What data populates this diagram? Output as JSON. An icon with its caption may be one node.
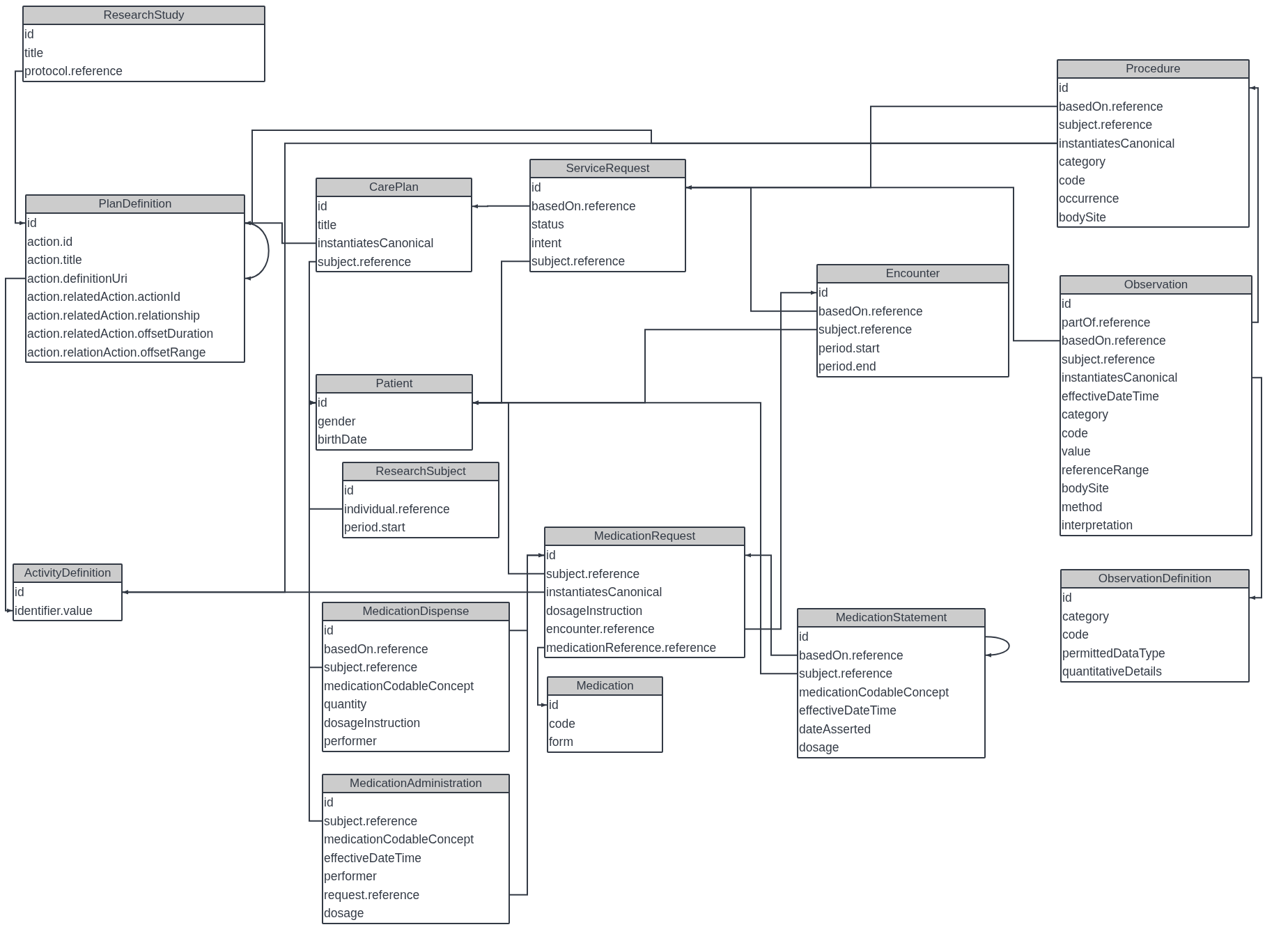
{
  "diagram": {
    "nodes": [
      {
        "text": [
          "ResearchStudy",
          "id",
          "title",
          "protocol.reference"
        ]
      },
      {
        "text": [
          "Procedure",
          "id",
          "basedOn.reference",
          "subject.reference",
          "instantiatesCanonical",
          "category",
          "code",
          "occurrence",
          "bodySite"
        ]
      },
      {
        "text": [
          "PlanDefinition",
          "id",
          "action.id",
          "action.title",
          "action.definitionUri",
          "action.relatedAction.actionId",
          "action.relatedAction.relationship",
          "action.relatedAction.offsetDuration",
          "action.relationAction.offsetRange"
        ]
      },
      {
        "text": [
          "CarePlan",
          "id",
          "title",
          "instantiatesCanonical",
          "subject.reference"
        ]
      },
      {
        "text": [
          "ServiceRequest",
          "id",
          "basedOn.reference",
          "status",
          "intent",
          "subject.reference"
        ]
      },
      {
        "text": [
          "Encounter",
          "id",
          "basedOn.reference",
          "subject.reference",
          "period.start",
          "period.end"
        ]
      },
      {
        "text": [
          "Observation",
          "id",
          "partOf.reference",
          "basedOn.reference",
          "subject.reference",
          "instantiatesCanonical",
          "effectiveDateTime",
          "category",
          "code",
          "value",
          "referenceRange",
          "bodySite",
          "method",
          "interpretation"
        ]
      },
      {
        "text": [
          "Patient",
          "id",
          "gender",
          "birthDate"
        ]
      },
      {
        "text": [
          "ResearchSubject",
          "id",
          "individual.reference",
          "period.start"
        ]
      },
      {
        "text": [
          "MedicationRequest",
          "id",
          "subject.reference",
          "instantiatesCanonical",
          "dosageInstruction",
          "encounter.reference",
          "medicationReference.reference"
        ]
      },
      {
        "text": [
          "ActivityDefinition",
          "id",
          "identifier.value"
        ]
      },
      {
        "text": [
          "MedicationDispense",
          "id",
          "basedOn.reference",
          "subject.reference",
          "medicationCodableConcept",
          "quantity",
          "dosageInstruction",
          "performer"
        ]
      },
      {
        "text": [
          "MedicationStatement",
          "id",
          "basedOn.reference",
          "subject.reference",
          "medicationCodableConcept",
          "effectiveDateTime",
          "dateAsserted",
          "dosage"
        ]
      },
      {
        "text": [
          "ObservationDefinition",
          "id",
          "category",
          "code",
          "permittedDataType",
          "quantitativeDetails"
        ]
      },
      {
        "text": [
          "Medication",
          "id",
          "code",
          "form"
        ]
      },
      {
        "text": [
          "MedicationAdministration",
          "id",
          "subject.reference",
          "medicationCodableConcept",
          "effectiveDateTime",
          "performer",
          "request.reference",
          "dosage"
        ]
      }
    ],
    "edges": [
      {
        "from": 0,
        "to": 2,
        "arrow": "to"
      },
      {
        "from": 2,
        "to": 2,
        "arrow": "to"
      },
      {
        "from": 3,
        "to": 2,
        "arrow": "to"
      },
      {
        "from": 4,
        "to": 3,
        "arrow": "to"
      },
      {
        "from": 1,
        "to": 2,
        "arrow": "to"
      },
      {
        "from": 1,
        "to": 10,
        "arrow": "to"
      },
      {
        "from": 1,
        "to": 4,
        "arrow": "to"
      },
      {
        "from": 5,
        "to": 4,
        "arrow": "to"
      },
      {
        "from": 6,
        "to": 4,
        "arrow": "to"
      },
      {
        "from": 4,
        "to": 7,
        "arrow": "to"
      },
      {
        "from": 5,
        "to": 7,
        "arrow": "to"
      },
      {
        "from": 9,
        "to": 7,
        "arrow": "to"
      },
      {
        "from": 12,
        "to": 7,
        "arrow": "to"
      },
      {
        "from": 9,
        "to": 5,
        "arrow": "to"
      },
      {
        "from": 12,
        "to": 9,
        "arrow": "to"
      },
      {
        "from": 9,
        "to": 10,
        "arrow": "to"
      },
      {
        "from": 2,
        "to": 10,
        "arrow": "to"
      },
      {
        "from": 3,
        "to": 7,
        "arrow": "to"
      },
      {
        "from": 8,
        "to": 7,
        "arrow": "to"
      },
      {
        "from": 11,
        "to": 7,
        "arrow": "to"
      },
      {
        "from": 15,
        "to": 7,
        "arrow": "to"
      },
      {
        "from": 11,
        "to": 9,
        "arrow": "to"
      },
      {
        "from": 15,
        "to": 9,
        "arrow": "to"
      },
      {
        "from": 9,
        "to": 14,
        "arrow": "to"
      },
      {
        "from": 12,
        "to": 12,
        "arrow": "to"
      },
      {
        "from": 6,
        "to": 1,
        "arrow": "to"
      },
      {
        "from": 6,
        "to": 13,
        "arrow": "to"
      }
    ]
  }
}
